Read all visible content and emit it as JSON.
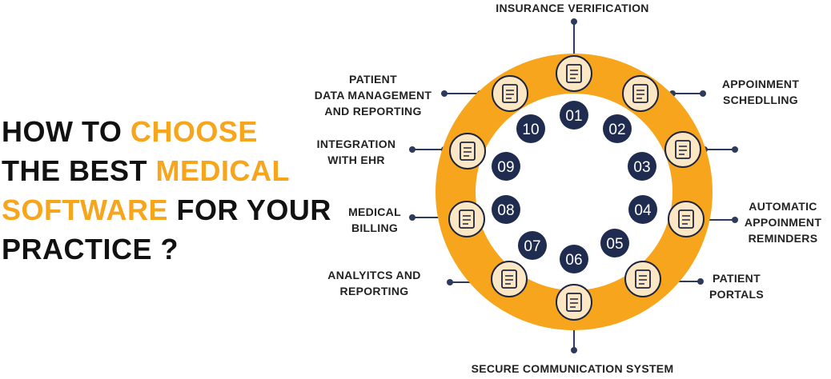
{
  "title": {
    "line1": {
      "dark": "HOW TO ",
      "accent": "CHOOSE"
    },
    "line2": {
      "dark": "THE BEST ",
      "accent": "MEDICAL"
    },
    "line3": {
      "accent": "SOFTWARE",
      "dark": " FOR YOUR"
    },
    "line4": {
      "dark": "PRACTICE ?"
    }
  },
  "colors": {
    "ring": "#f6a51d",
    "badge": "#1f2c4f",
    "line": "#2d3a5c",
    "text": "#222222"
  },
  "steps": [
    {
      "number": "01",
      "icon": "clipboard-shield-icon",
      "label": [
        "INSURANCE VERIFICATION"
      ]
    },
    {
      "number": "02",
      "icon": "calendar-check-icon",
      "label": [
        "APPOINMENT",
        "SCHEDLLING"
      ]
    },
    {
      "number": "03",
      "icon": "monitor-check-icon",
      "label": []
    },
    {
      "number": "04",
      "icon": "reminder-bell-icon",
      "label": [
        "AUTOMATIC",
        "APPOINMENT",
        "REMINDERS"
      ]
    },
    {
      "number": "05",
      "icon": "patient-card-icon",
      "label": [
        "PATIENT",
        "PORTALS"
      ]
    },
    {
      "number": "06",
      "icon": "phone-lock-icon",
      "label": [
        "SECURE COMMUNICATION SYSTEM"
      ]
    },
    {
      "number": "07",
      "icon": "analytics-dashboard-icon",
      "label": [
        "ANALYITCS AND",
        "REPORTING"
      ]
    },
    {
      "number": "08",
      "icon": "billing-invoice-icon",
      "label": [
        "MEDICAL",
        "BILLING"
      ]
    },
    {
      "number": "09",
      "icon": "circuit-chip-icon",
      "label": [
        "INTEGRATION",
        "WITH EHR"
      ]
    },
    {
      "number": "10",
      "icon": "patient-data-icon",
      "label": [
        "PATIENT",
        "DATA MANAGEMENT",
        "AND REPORTING"
      ]
    }
  ]
}
